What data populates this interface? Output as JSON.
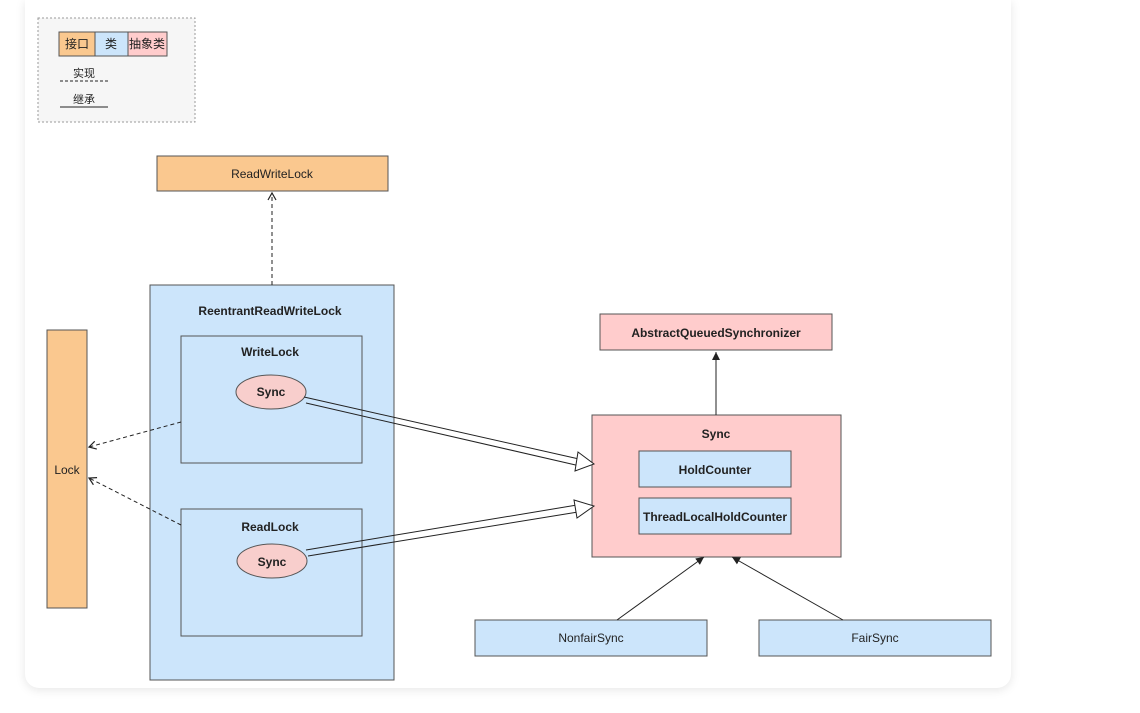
{
  "colors": {
    "interface": "#fac88f",
    "class": "#cce5fb",
    "abstract": "#ffcccc",
    "ellipse": "#f8cecc",
    "stroke": "#222222"
  },
  "legend": {
    "interface_label": "接口",
    "class_label": "类",
    "abstract_label": "抽象类",
    "implements_label": "实现",
    "extends_label": "继承"
  },
  "nodes": {
    "read_write_lock": "ReadWriteLock",
    "lock": "Lock",
    "reentrant_read_write_lock": "ReentrantReadWriteLock",
    "write_lock": "WriteLock",
    "write_lock_sync": "Sync",
    "read_lock": "ReadLock",
    "read_lock_sync": "Sync",
    "aqs": "AbstractQueuedSynchronizer",
    "sync": "Sync",
    "hold_counter": "HoldCounter",
    "thread_local_hold_counter": "ThreadLocalHoldCounter",
    "nonfair_sync": "NonfairSync",
    "fair_sync": "FairSync"
  }
}
